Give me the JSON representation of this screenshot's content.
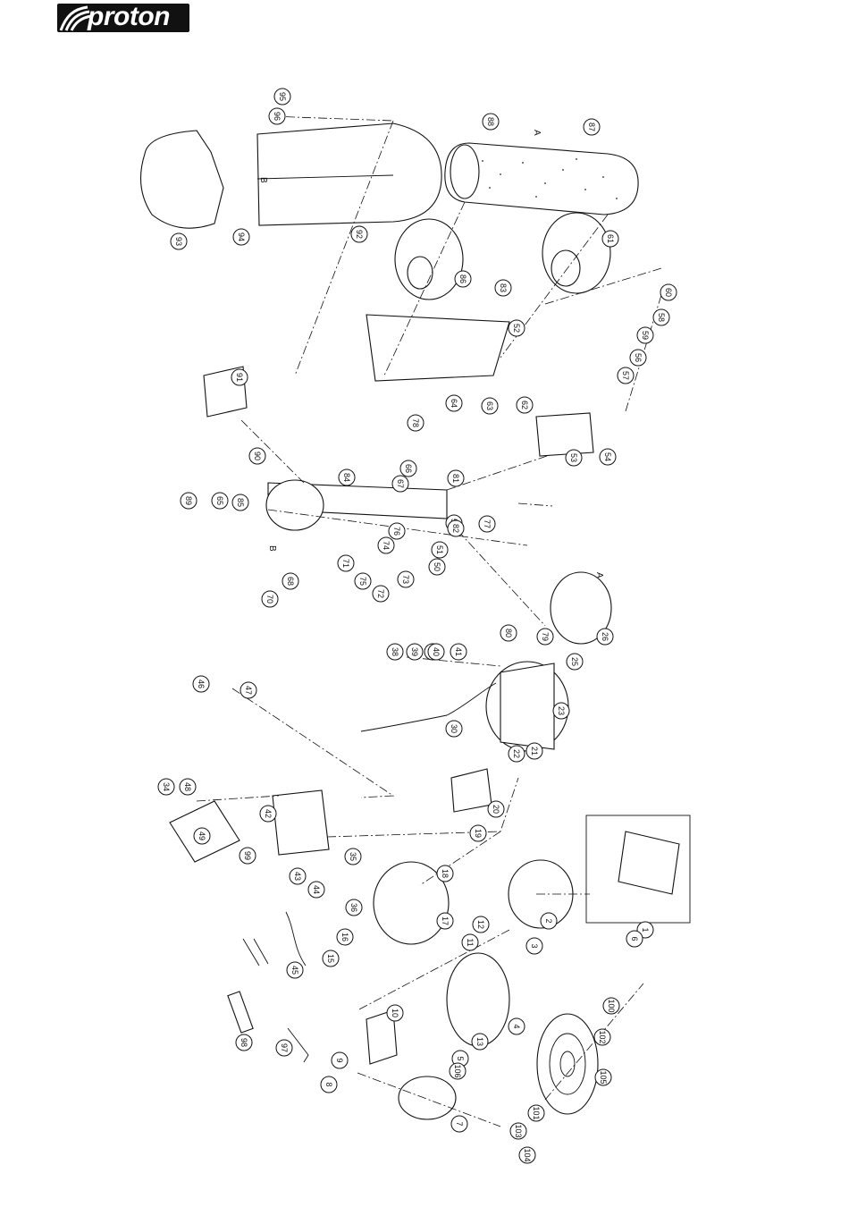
{
  "brand": {
    "logo_text": "proton"
  },
  "diagram": {
    "labels": [
      "1",
      "2",
      "3",
      "4",
      "5",
      "6",
      "7",
      "8",
      "9",
      "10",
      "11",
      "12",
      "13",
      "15",
      "16",
      "17",
      "18",
      "19",
      "20",
      "21",
      "22",
      "23",
      "25",
      "26",
      "30",
      "34",
      "35",
      "36",
      "37",
      "38",
      "39",
      "40",
      "41",
      "42",
      "43",
      "44",
      "45",
      "46",
      "47",
      "48",
      "49",
      "50",
      "51",
      "52",
      "53",
      "54",
      "55",
      "56",
      "57",
      "58",
      "59",
      "60",
      "61",
      "62",
      "63",
      "64",
      "65",
      "66",
      "67",
      "68",
      "70",
      "71",
      "72",
      "73",
      "74",
      "75",
      "76",
      "77",
      "78",
      "79",
      "80",
      "81",
      "82",
      "83",
      "84",
      "85",
      "86",
      "87",
      "88",
      "89",
      "90",
      "91",
      "92",
      "93",
      "94",
      "95",
      "96",
      "97",
      "98",
      "99",
      "100",
      "101",
      "102",
      "103",
      "104",
      "105",
      "106"
    ],
    "decals": [
      "A",
      "B",
      "B",
      "A"
    ]
  }
}
